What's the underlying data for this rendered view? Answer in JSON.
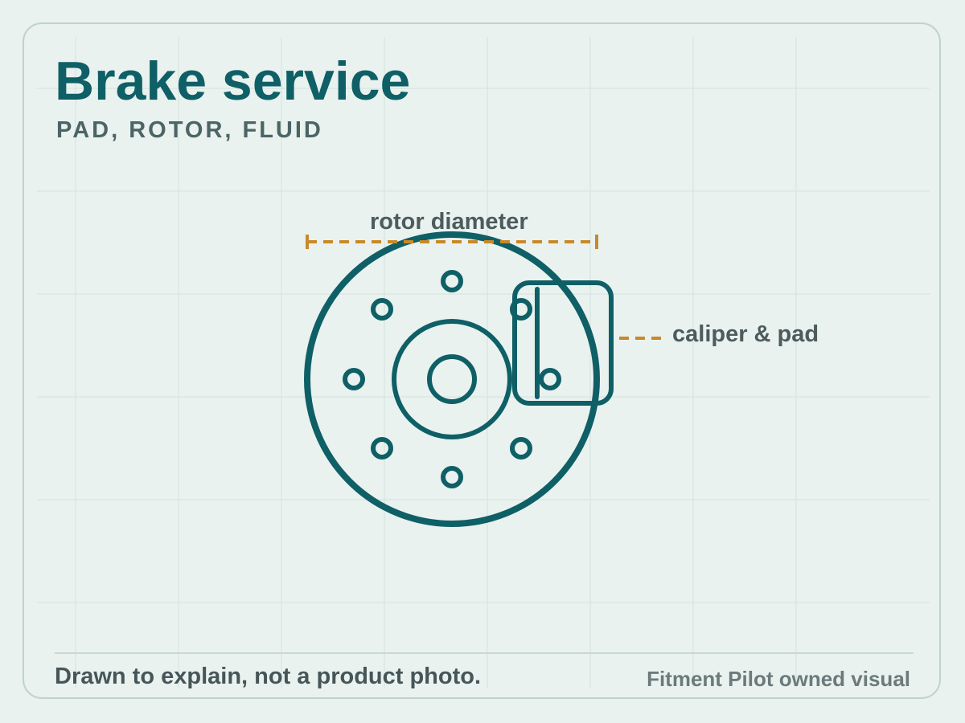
{
  "header": {
    "title": "Brake service",
    "subtitle": "PAD, ROTOR, FLUID"
  },
  "diagram": {
    "labels": {
      "rotor": "rotor diameter",
      "caliper": "caliper & pad"
    }
  },
  "footer": {
    "note": "Drawn to explain, not a product photo.",
    "credit": "Fitment Pilot owned visual"
  },
  "colors": {
    "primary": "#0f5f66",
    "accent": "#c8892a",
    "background": "#e9f2ef",
    "border": "#bfd3cc"
  }
}
